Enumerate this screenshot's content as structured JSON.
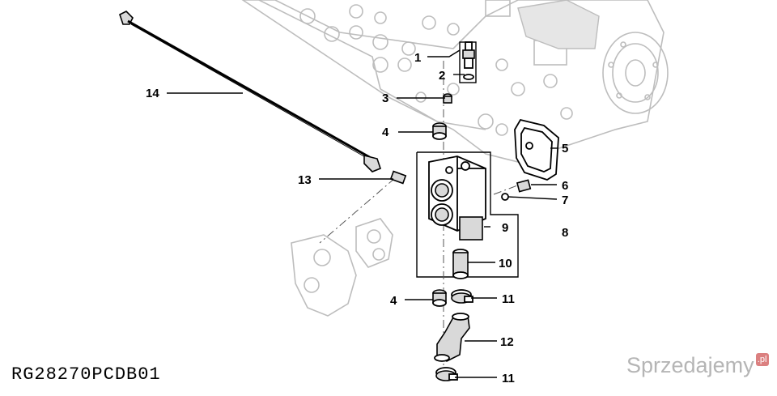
{
  "drawing_code": "RG28270PCDB01",
  "watermark": {
    "text": "Sprzedajemy",
    "badge": ".pl"
  },
  "callouts": [
    {
      "id": "c1",
      "label": "1"
    },
    {
      "id": "c2",
      "label": "2"
    },
    {
      "id": "c3",
      "label": "3"
    },
    {
      "id": "c4a",
      "label": "4"
    },
    {
      "id": "c4b",
      "label": "4"
    },
    {
      "id": "c5",
      "label": "5"
    },
    {
      "id": "c6",
      "label": "6"
    },
    {
      "id": "c7",
      "label": "7"
    },
    {
      "id": "c8",
      "label": "8"
    },
    {
      "id": "c9",
      "label": "9"
    },
    {
      "id": "c10",
      "label": "10"
    },
    {
      "id": "c11a",
      "label": "11"
    },
    {
      "id": "c11b",
      "label": "11"
    },
    {
      "id": "c12",
      "label": "12"
    },
    {
      "id": "c13",
      "label": "13"
    },
    {
      "id": "c14",
      "label": "14"
    }
  ]
}
